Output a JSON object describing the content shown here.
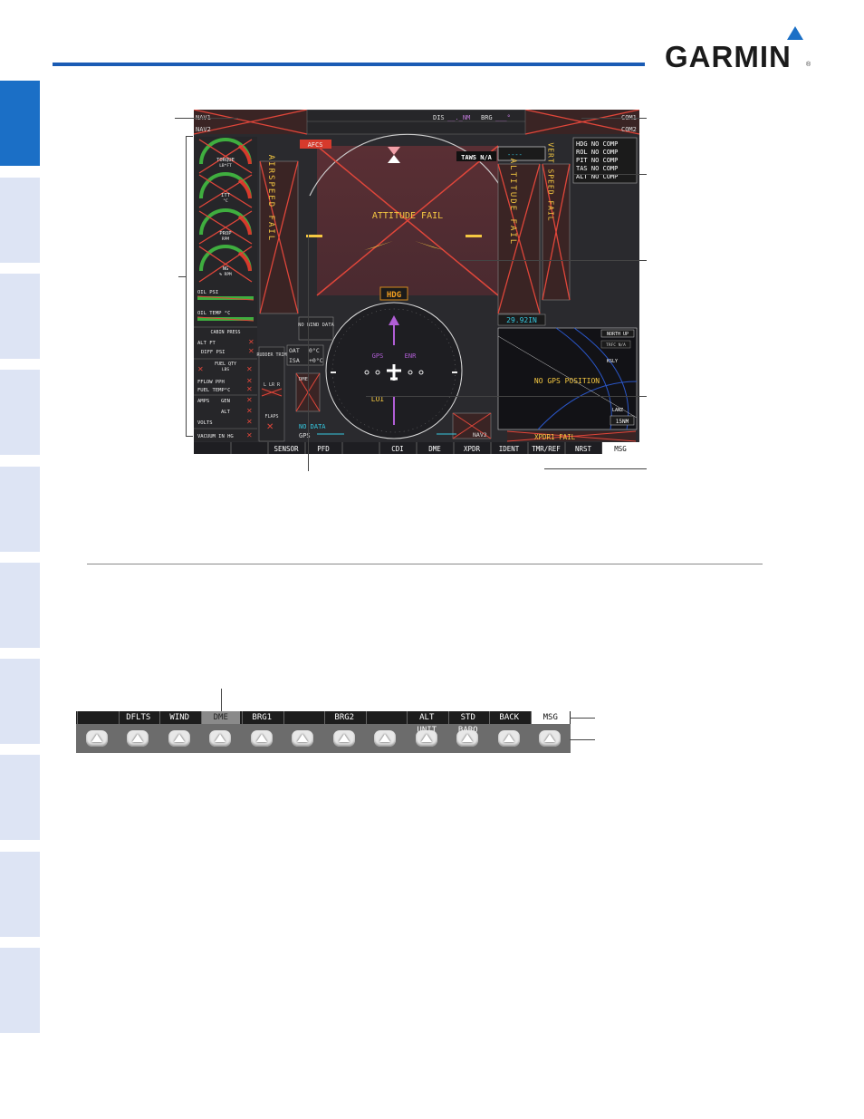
{
  "brand": {
    "name": "GARMIN",
    "reg": "®",
    "accent": "#1b6fc6"
  },
  "tabs": [
    {
      "name": "tab-1",
      "active": true
    },
    {
      "name": "tab-2",
      "active": false
    },
    {
      "name": "tab-3",
      "active": false
    },
    {
      "name": "tab-4",
      "active": false
    },
    {
      "name": "tab-5",
      "active": false
    },
    {
      "name": "tab-6",
      "active": false
    },
    {
      "name": "tab-7",
      "active": false
    },
    {
      "name": "tab-8",
      "active": false
    },
    {
      "name": "tab-9",
      "active": false
    },
    {
      "name": "tab-10",
      "active": false
    },
    {
      "name": "tab-11",
      "active": false
    }
  ],
  "pfd": {
    "nav1": "NAV1",
    "nav2": "NAV2",
    "com1": "COM1",
    "com2": "COM2",
    "dis_label": "DIS",
    "dis_value": "__._NM",
    "brg_label": "BRG",
    "brg_value": "___°",
    "afcs": "AFCS",
    "taws": "TAWS N/A",
    "attitude_fail": "ATTITUDE FAIL",
    "airspeed_fail": "AIRSPEED FAIL",
    "altitude_fail": "ALTITUDE FAIL",
    "vert_speed_fail": "VERT SPEED FAIL",
    "hdg": "HDG",
    "gps": "GPS",
    "enr": "ENR",
    "loi": "LOI",
    "baro": "29.92IN",
    "selected_alt": "----",
    "comp_msgs": [
      "HDG NO COMP",
      "ROL NO COMP",
      "PIT NO COMP",
      "TAS NO COMP",
      "ALT NO COMP"
    ],
    "no_wind": "NO WIND DATA",
    "oat_label": "OAT",
    "oat_value": "0°C",
    "isa_label": "ISA",
    "isa_value": "+0°C",
    "no_data": "NO DATA",
    "gps_src": "GPS",
    "dme": "DME",
    "nav2_bearing": "NAV2",
    "xpdr_fail": "XPDR1 FAIL",
    "no_gps_position": "NO GPS POSITION",
    "north_up": "NORTH UP",
    "trfc": "TRFC N/A",
    "map_range": "15NM",
    "map_labels": [
      "KSLY",
      "LANZ"
    ]
  },
  "eis": {
    "gauges": [
      {
        "label": "TORQUE",
        "unit": "LB*FT"
      },
      {
        "label": "ITT",
        "unit": "°C"
      },
      {
        "label": "PROP",
        "unit": "RPM"
      },
      {
        "label": "NG",
        "unit": "% RPM"
      }
    ],
    "oil_psi": "OIL PSI",
    "oil_temp": "OIL TEMP °C",
    "cabin_press": "CABIN PRESS",
    "alt_ft": "ALT FT",
    "diff_psi": "DIFF PSI",
    "fuel_qty": "FUEL QTY",
    "fuel_qty_unit": "LBS",
    "fuel_pph": "FFLOW PPH",
    "fuel_temp": "FUEL TEMP°C",
    "amps": "AMPS",
    "gen": "GEN",
    "alt": "ALT",
    "volts": "VOLTS",
    "vacuum": "VACUUM IN HG",
    "rudder_trim": "RUDDER TRIM",
    "lr": "L  LR  R",
    "flaps": "FLAPS"
  },
  "softkeys_top": [
    "",
    "",
    "SENSOR",
    "PFD",
    "",
    "CDI",
    "DME",
    "XPDR",
    "IDENT",
    "TMR/REF",
    "NRST",
    "MSG"
  ],
  "softkeys_bottom": [
    "",
    "DFLTS",
    "WIND",
    "DME",
    "BRG1",
    "",
    "BRG2",
    "",
    "ALT UNIT",
    "STD BARO",
    "BACK",
    "MSG"
  ],
  "softkeys_bottom_highlight": 3,
  "softkeys_bottom_active": 11
}
